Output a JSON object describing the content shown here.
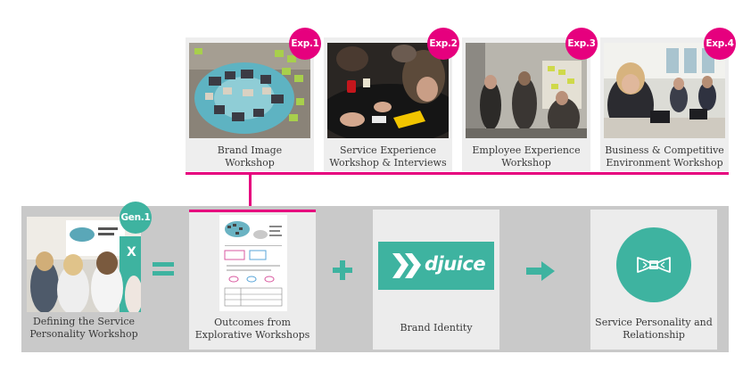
{
  "explorative": [
    {
      "badge": "Exp.1",
      "title": "Brand Image",
      "subtitle": "Workshop"
    },
    {
      "badge": "Exp.2",
      "title": "Service Experience",
      "subtitle": "Workshop & Interviews"
    },
    {
      "badge": "Exp.3",
      "title": "Employee Experience",
      "subtitle": "Workshop"
    },
    {
      "badge": "Exp.4",
      "title": "Business & Competitive",
      "subtitle": "Environment  Workshop"
    }
  ],
  "generative": {
    "badge": "Gen.1",
    "title": "Defining the Service",
    "subtitle": "Personality Workshop"
  },
  "outcomes": {
    "title": "Outcomes from",
    "subtitle": "Explorative Workshops"
  },
  "brand": {
    "logo_text": "djuice",
    "label": "Brand Identity"
  },
  "personality": {
    "title": "Service Personality and",
    "subtitle": "Relationship"
  },
  "colors": {
    "magenta": "#e6007e",
    "teal": "#3eb3a0",
    "band": "#c9c9c9",
    "box": "#ececec"
  },
  "icons": {
    "equals": "equals-icon",
    "plus": "plus-icon",
    "arrow": "arrow-right-icon",
    "bow_tie": "bow-tie-icon",
    "logo": "djuice-logo-icon"
  }
}
